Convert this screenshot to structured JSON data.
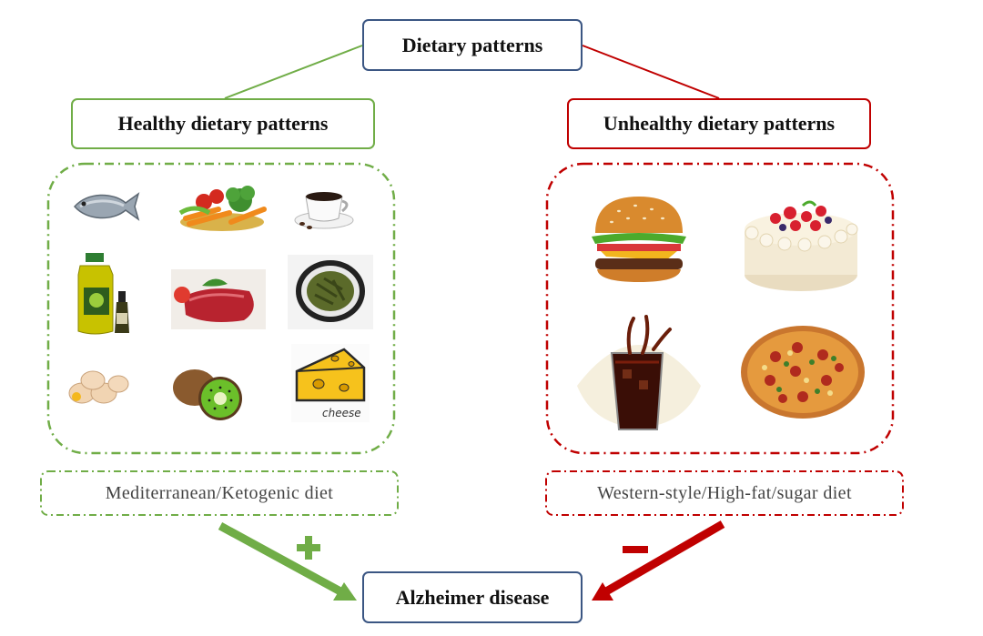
{
  "diagram": {
    "root": {
      "label": "Dietary patterns"
    },
    "healthy": {
      "title": "Healthy dietary patterns",
      "diet": "Mediterranean/Ketogenic diet",
      "effect_symbol": "+",
      "foods": [
        "fish-icon",
        "vegetables-icon",
        "coffee-icon",
        "olive-oil-icon",
        "meat-icon",
        "tea-icon",
        "eggs-icon",
        "kiwi-icon",
        "cheese-icon"
      ],
      "cheese_caption": "cheese"
    },
    "unhealthy": {
      "title": "Unhealthy dietary patterns",
      "diet": "Western-style/High-fat/sugar diet",
      "effect_symbol": "−",
      "foods": [
        "burger-icon",
        "cake-icon",
        "cola-icon",
        "pizza-icon"
      ]
    },
    "outcome": {
      "label": "Alzheimer disease"
    },
    "colors": {
      "healthy": "#70ad47",
      "unhealthy": "#c00000",
      "neutral": "#3b5683"
    }
  }
}
